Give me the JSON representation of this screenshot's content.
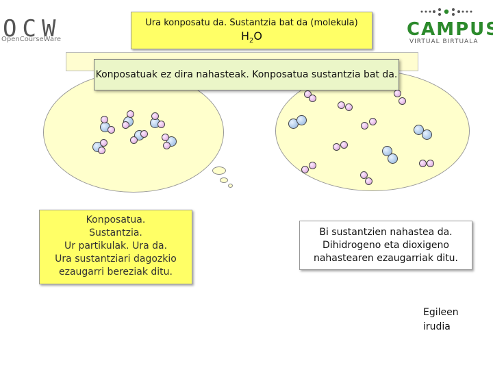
{
  "logos": {
    "ocw_letters": "OCW",
    "ocw_subtitle": "OpenCourseWare",
    "campus_word": "CAMPUS",
    "campus_subtitle": "VIRTUAL BIRTUALA",
    "campus_color": "#2c8a2c"
  },
  "title": {
    "line": "Ura konposatu da. Sustantzia bat da (molekula)",
    "formula_h": "H",
    "formula_sub": "2",
    "formula_o": "O"
  },
  "callout": "Konposatuak ez dira nahasteak. Konposatua sustantzia bat da.",
  "left_box": {
    "lines": [
      "Konposatua.",
      "Sustantzia.",
      "Ur partikulak. Ura da.",
      "Ura sustantziari dagozkio",
      "ezaugarri bereziak ditu."
    ]
  },
  "right_box": {
    "lines": [
      "Bi sustantzien nahastea da.",
      "Dihidrogeno eta dioxigeno",
      "nahastearen ezaugarriak ditu."
    ]
  },
  "image_credit": {
    "lines": [
      "Egileen",
      "irudia"
    ]
  },
  "colors": {
    "yellow_box": "#ffff66",
    "callout_bg": "#ebf6c8",
    "ellipse_bg": "#ffffcc",
    "oxygen_atom": "#b5cfec",
    "hydrogen_atom": "#e7bde7"
  }
}
